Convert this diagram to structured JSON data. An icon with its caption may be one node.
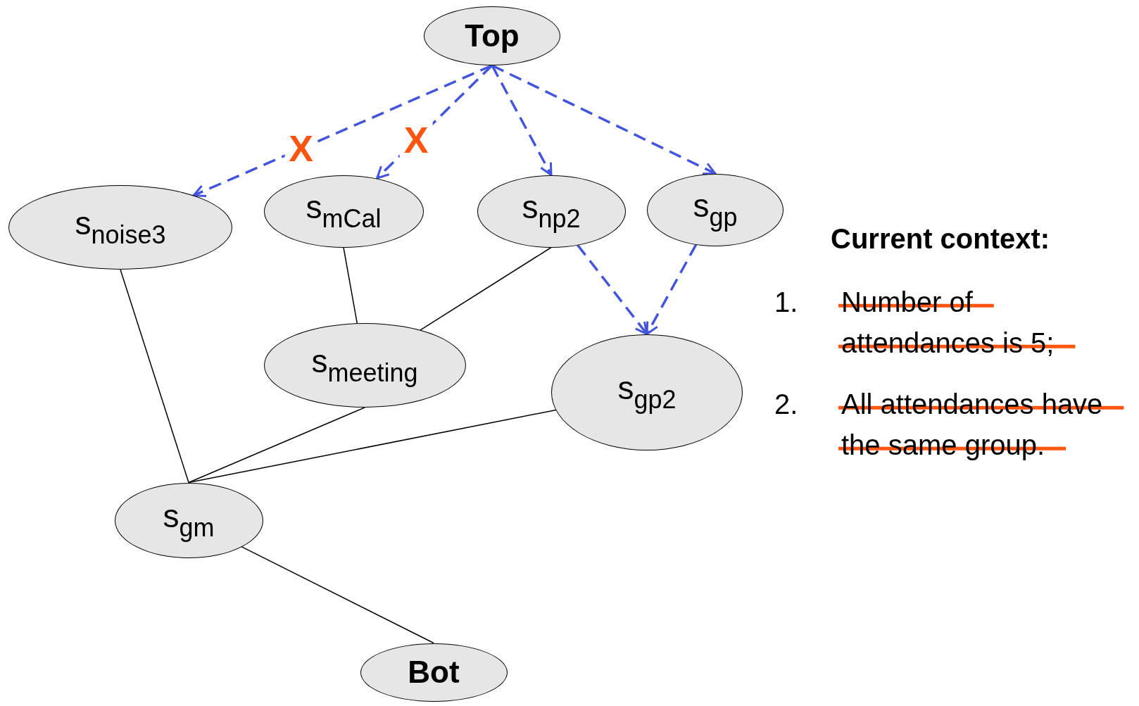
{
  "diagram": {
    "nodes": [
      {
        "text": [
          "Top"
        ]
      },
      {
        "text": [
          "s$_{noise3}$"
        ]
      },
      {
        "text": [
          "s$_{mCal}$"
        ]
      },
      {
        "text": [
          "s$_{np2}$"
        ]
      },
      {
        "text": [
          "s$_{gp}$"
        ]
      },
      {
        "text": [
          "s$_{meeting}$"
        ]
      },
      {
        "text": [
          "s$_{gp2}$"
        ]
      },
      {
        "text": [
          "s$_{gm}$"
        ]
      },
      {
        "text": [
          "Bot"
        ]
      }
    ],
    "edges": [
      {
        "from": 0,
        "to": 1,
        "arrow": "to",
        "label": "X",
        "style": "dashed",
        "color": "#4455dd"
      },
      {
        "from": 0,
        "to": 2,
        "arrow": "to",
        "label": "X",
        "style": "dashed",
        "color": "#4455dd"
      },
      {
        "from": 0,
        "to": 3,
        "arrow": "to",
        "style": "dashed",
        "color": "#4455dd"
      },
      {
        "from": 0,
        "to": 4,
        "arrow": "to",
        "style": "dashed",
        "color": "#4455dd"
      },
      {
        "from": 3,
        "to": 6,
        "arrow": "to",
        "style": "dashed",
        "color": "#4455dd"
      },
      {
        "from": 4,
        "to": 6,
        "arrow": "to",
        "style": "dashed",
        "color": "#4455dd"
      },
      {
        "from": 2,
        "to": 5,
        "arrow": "none",
        "color": "#000000"
      },
      {
        "from": 3,
        "to": 5,
        "arrow": "none",
        "color": "#000000"
      },
      {
        "from": 1,
        "to": 7,
        "arrow": "none",
        "color": "#000000"
      },
      {
        "from": 5,
        "to": 7,
        "arrow": "none",
        "color": "#000000"
      },
      {
        "from": 6,
        "to": 7,
        "arrow": "none",
        "color": "#000000"
      },
      {
        "from": 7,
        "to": 8,
        "arrow": "none",
        "color": "#000000"
      }
    ],
    "labels": [
      "Current context:",
      "1.",
      "Number of attendances is 5;",
      "2.",
      "All attendances have the same group."
    ]
  }
}
